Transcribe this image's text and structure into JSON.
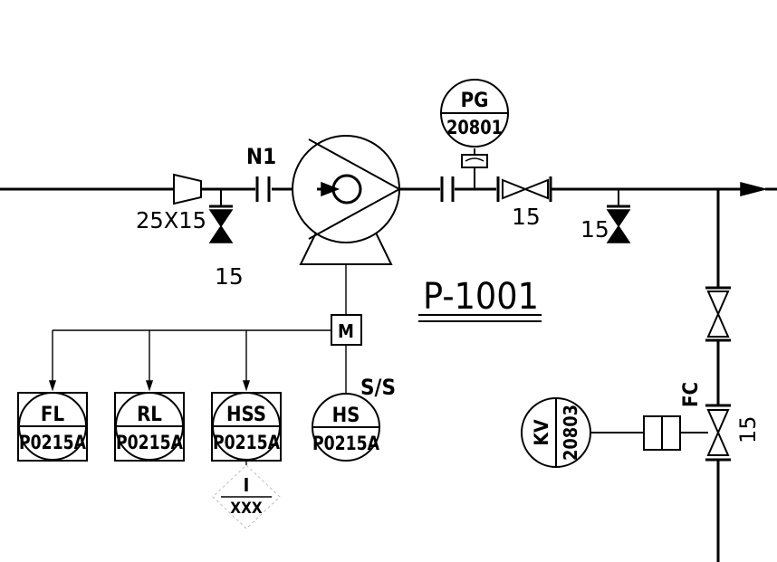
{
  "line_labels": {
    "reducer": "25X15",
    "nozzle": "N1",
    "drain_valve_size": "15",
    "discharge_valve_size": "15",
    "drain_valve_2_size": "15",
    "control_valve_size": "15",
    "control_valve_action": "FC",
    "motor_panel_note": "S/S",
    "motor": "M"
  },
  "equipment": {
    "pump_tag": "P-1001"
  },
  "instruments": {
    "pg": {
      "func": "PG",
      "num": "20801"
    },
    "fl": {
      "func": "FL",
      "num": "P0215A"
    },
    "rl": {
      "func": "RL",
      "num": "P0215A"
    },
    "hss": {
      "func": "HSS",
      "num": "P0215A"
    },
    "hs": {
      "func": "HS",
      "num": "P0215A"
    },
    "kv": {
      "func": "KV",
      "num": "20803"
    },
    "interlock": {
      "top": "I",
      "bottom": "XXX"
    }
  }
}
